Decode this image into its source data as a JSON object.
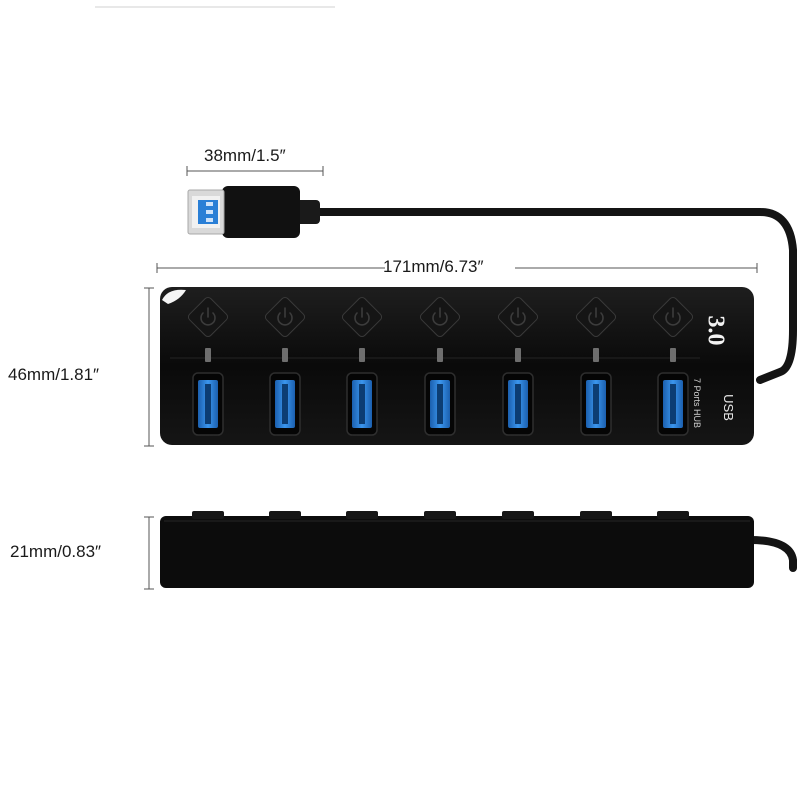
{
  "dimensions": {
    "plug_length": "38mm/1.5″",
    "hub_length": "171mm/6.73″",
    "hub_width": "46mm/1.81″",
    "hub_height": "21mm/0.83″"
  },
  "hub_labels": {
    "version": "3.0",
    "usb": "USB",
    "ports_hub": "7 Ports HUB"
  },
  "colors": {
    "hub_body": "#0d0d0d",
    "usb3_blue": "#2a7fd6",
    "dimension_line": "#555555"
  }
}
